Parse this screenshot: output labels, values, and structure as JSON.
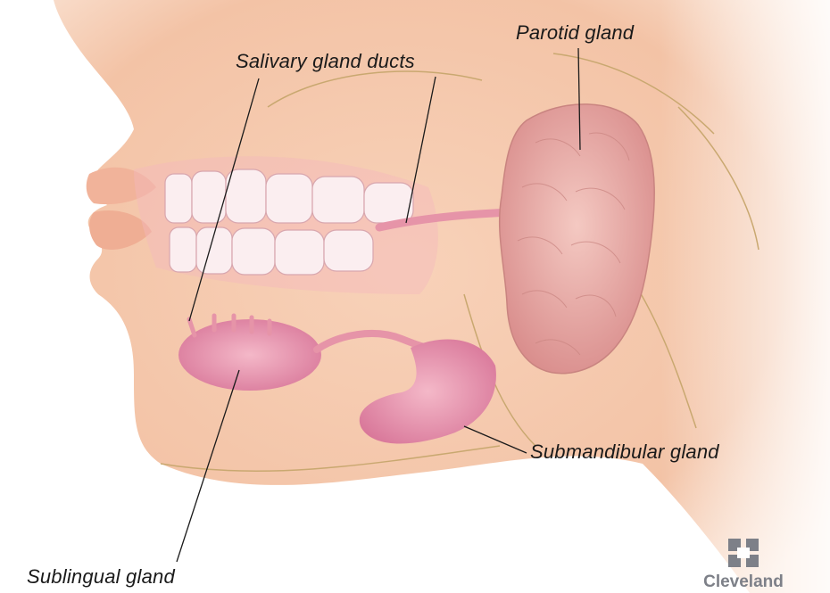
{
  "labels": {
    "parotid": "Parotid gland",
    "ducts": "Salivary gland ducts",
    "submandibular": "Submandibular gland",
    "sublingual": "Sublingual gland"
  },
  "brand": {
    "name": "Cleveland",
    "logo": "cleveland-clinic-cross-logo"
  },
  "colors": {
    "skin": "#f6cdb3",
    "gland": "#e9a7a3",
    "duct": "#e694a8",
    "nerve_line": "#c9a870",
    "brand_gray": "#7d8088"
  }
}
